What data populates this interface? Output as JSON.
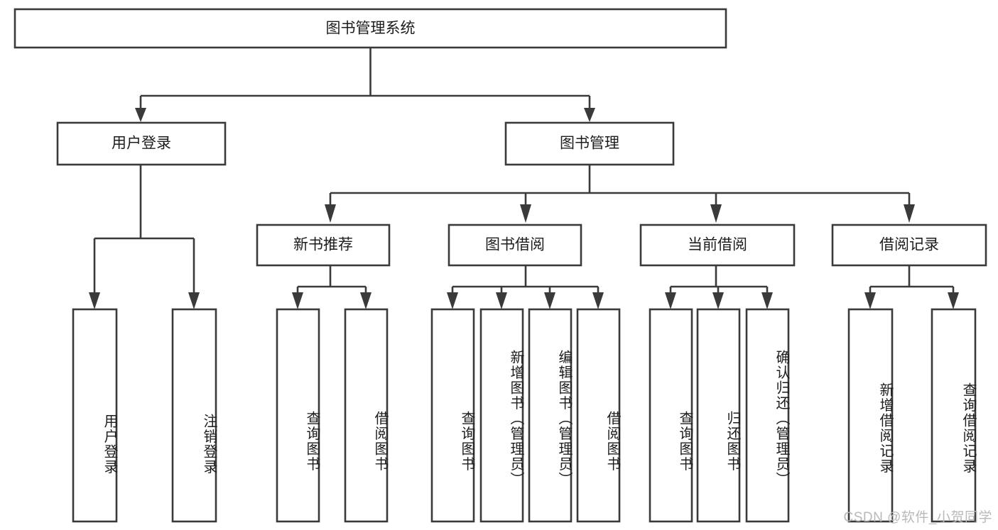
{
  "diagram": {
    "title": "图书管理系统",
    "type": "tree-hierarchy-chart",
    "watermark": "CSDN @软件_小贺同学",
    "root": {
      "id": "root",
      "label": "图书管理系统"
    },
    "level1": [
      {
        "id": "user-login",
        "label": "用户登录"
      },
      {
        "id": "book-manage",
        "label": "图书管理"
      }
    ],
    "level2": [
      {
        "id": "new-book-recommend",
        "label": "新书推荐",
        "parent": "book-manage"
      },
      {
        "id": "book-borrow",
        "label": "图书借阅",
        "parent": "book-manage"
      },
      {
        "id": "current-borrow",
        "label": "当前借阅",
        "parent": "book-manage"
      },
      {
        "id": "borrow-record",
        "label": "借阅记录",
        "parent": "book-manage"
      }
    ],
    "leaves": [
      {
        "id": "leaf-user-login",
        "label": "用户登录",
        "parent": "user-login"
      },
      {
        "id": "leaf-logout-login",
        "label": "注销登录",
        "parent": "user-login"
      },
      {
        "id": "leaf-query-book-1",
        "label": "查询图书",
        "parent": "new-book-recommend"
      },
      {
        "id": "leaf-borrow-book-1",
        "label": "借阅图书",
        "parent": "new-book-recommend"
      },
      {
        "id": "leaf-query-book-2",
        "label": "查询图书",
        "parent": "book-borrow"
      },
      {
        "id": "leaf-add-book",
        "label": "新增图书（管理员）",
        "parent": "book-borrow"
      },
      {
        "id": "leaf-edit-book",
        "label": "编辑图书（管理员）",
        "parent": "book-borrow"
      },
      {
        "id": "leaf-borrow-book-2",
        "label": "借阅图书",
        "parent": "book-borrow"
      },
      {
        "id": "leaf-query-book-3",
        "label": "查询图书",
        "parent": "current-borrow"
      },
      {
        "id": "leaf-return-book",
        "label": "归还图书",
        "parent": "current-borrow"
      },
      {
        "id": "leaf-confirm-return",
        "label": "确认归还（管理员）",
        "parent": "current-borrow"
      },
      {
        "id": "leaf-add-record",
        "label": "新增借阅记录",
        "parent": "borrow-record"
      },
      {
        "id": "leaf-query-record",
        "label": "查询借阅记录",
        "parent": "borrow-record"
      }
    ],
    "colors": {
      "stroke": "#3a3a3a",
      "fill": "#ffffff",
      "text": "#1d1d1d",
      "watermark": "#b9b9b9"
    }
  }
}
